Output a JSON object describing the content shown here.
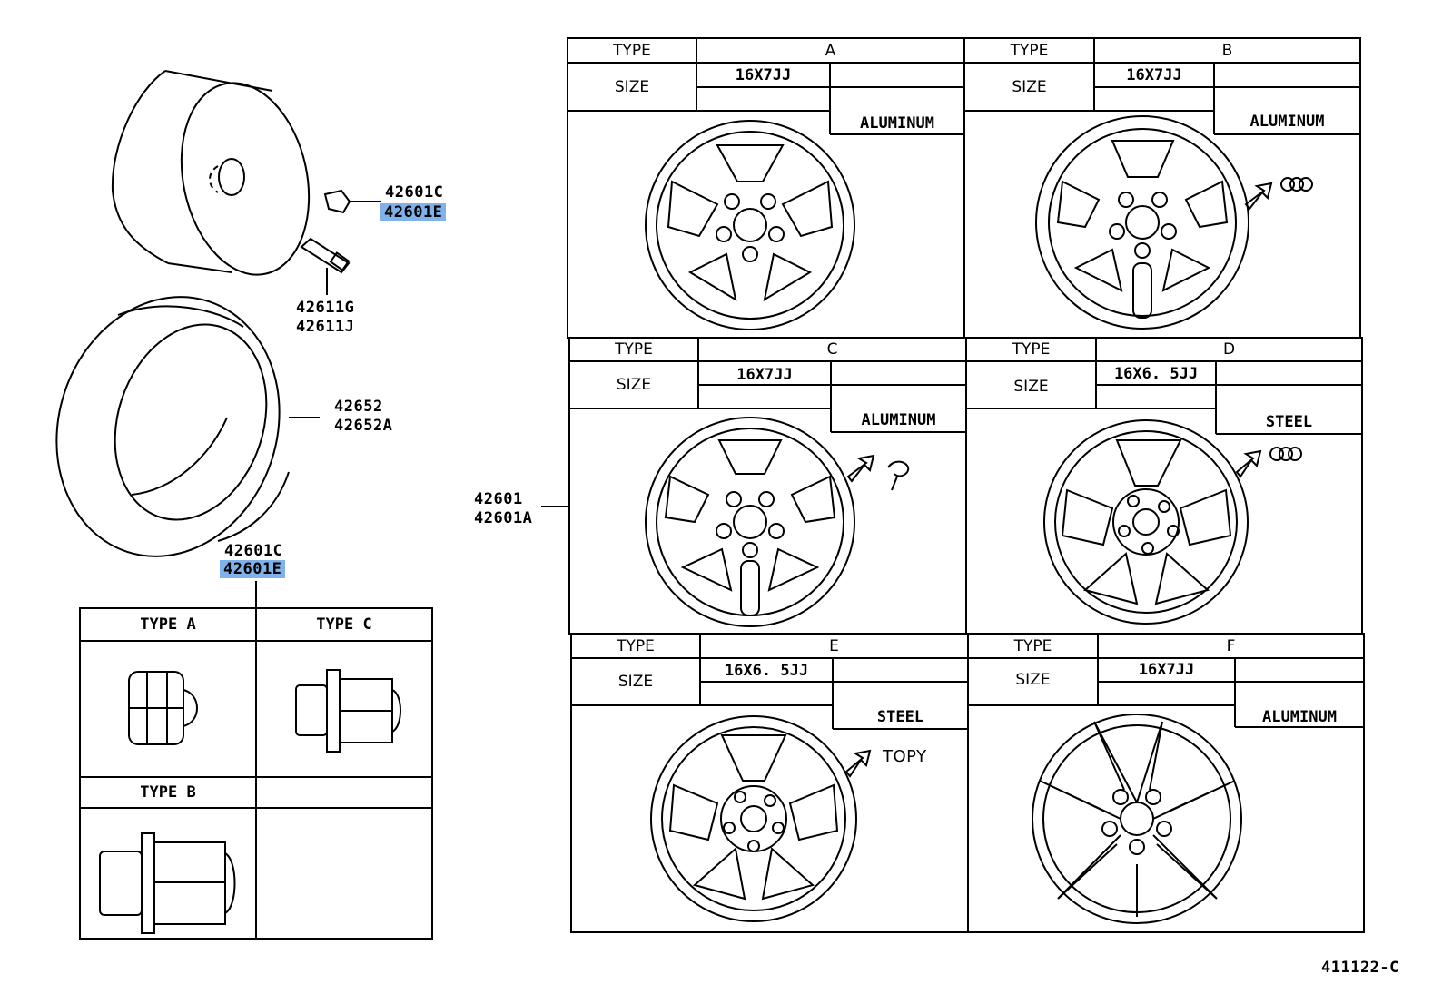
{
  "callouts": {
    "cap_c_top": "42601C",
    "cap_e_top": "42601E",
    "valve_g": "42611G",
    "valve_j": "42611J",
    "tire_a": "42652",
    "tire_b": "42652A",
    "nut_c": "42601C",
    "nut_e": "42601E",
    "wheel_a": "42601",
    "wheel_b": "42601A"
  },
  "nut_table": {
    "type_a": "TYPE A",
    "type_c": "TYPE C",
    "type_b": "TYPE B"
  },
  "wheel_table": {
    "type_label": "TYPE",
    "size_label": "SIZE",
    "wheels": [
      {
        "type": "A",
        "size": "16X7JJ",
        "material": "ALUMINUM",
        "mark": ""
      },
      {
        "type": "B",
        "size": "16X7JJ",
        "material": "ALUMINUM",
        "mark": ""
      },
      {
        "type": "C",
        "size": "16X7JJ",
        "material": "ALUMINUM",
        "mark": ""
      },
      {
        "type": "D",
        "size": "16X6. 5JJ",
        "material": "STEEL",
        "mark": ""
      },
      {
        "type": "E",
        "size": "16X6. 5JJ",
        "material": "STEEL",
        "mark": "TOPY"
      },
      {
        "type": "F",
        "size": "16X7JJ",
        "material": "ALUMINUM",
        "mark": ""
      }
    ]
  },
  "figure_id": "411122-C",
  "colors": {
    "highlight": "#7fb2ea",
    "line": "#000000"
  }
}
